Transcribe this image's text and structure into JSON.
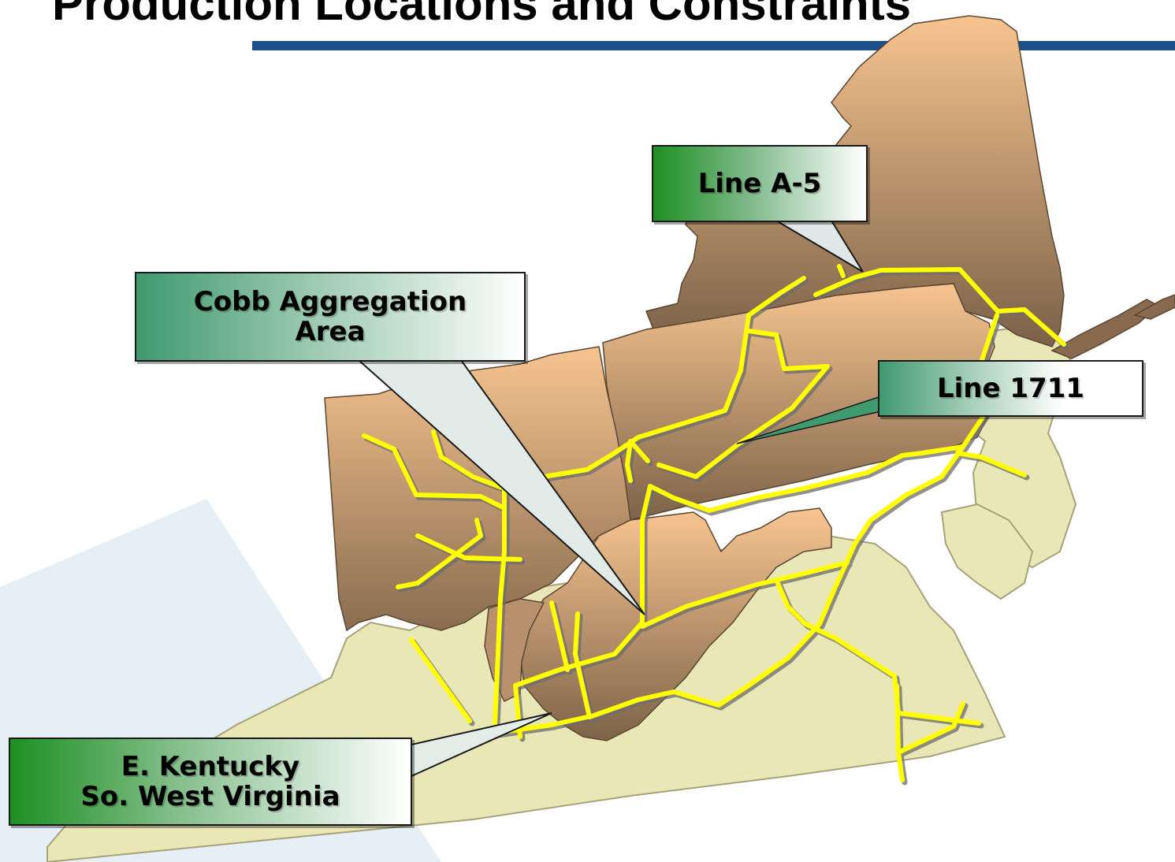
{
  "title": "Production Locations and Constraints",
  "colors": {
    "accent_bar": "#1f4f8a",
    "pipeline": "#ffff00",
    "region_highlight": "#f7c48f",
    "region_shade": "#7d6349",
    "region_base": "#e9e7b5",
    "callout_green": "#1e8f22",
    "callout_teal": "#3f9a6e"
  },
  "callouts": {
    "line_a5": {
      "lines": [
        "Line A-5"
      ]
    },
    "cobb": {
      "lines": [
        "Cobb Aggregation",
        "Area"
      ]
    },
    "line_1711": {
      "lines": [
        "Line 1711"
      ]
    },
    "kentucky": {
      "lines": [
        "E. Kentucky",
        "So. West Virginia"
      ]
    }
  }
}
